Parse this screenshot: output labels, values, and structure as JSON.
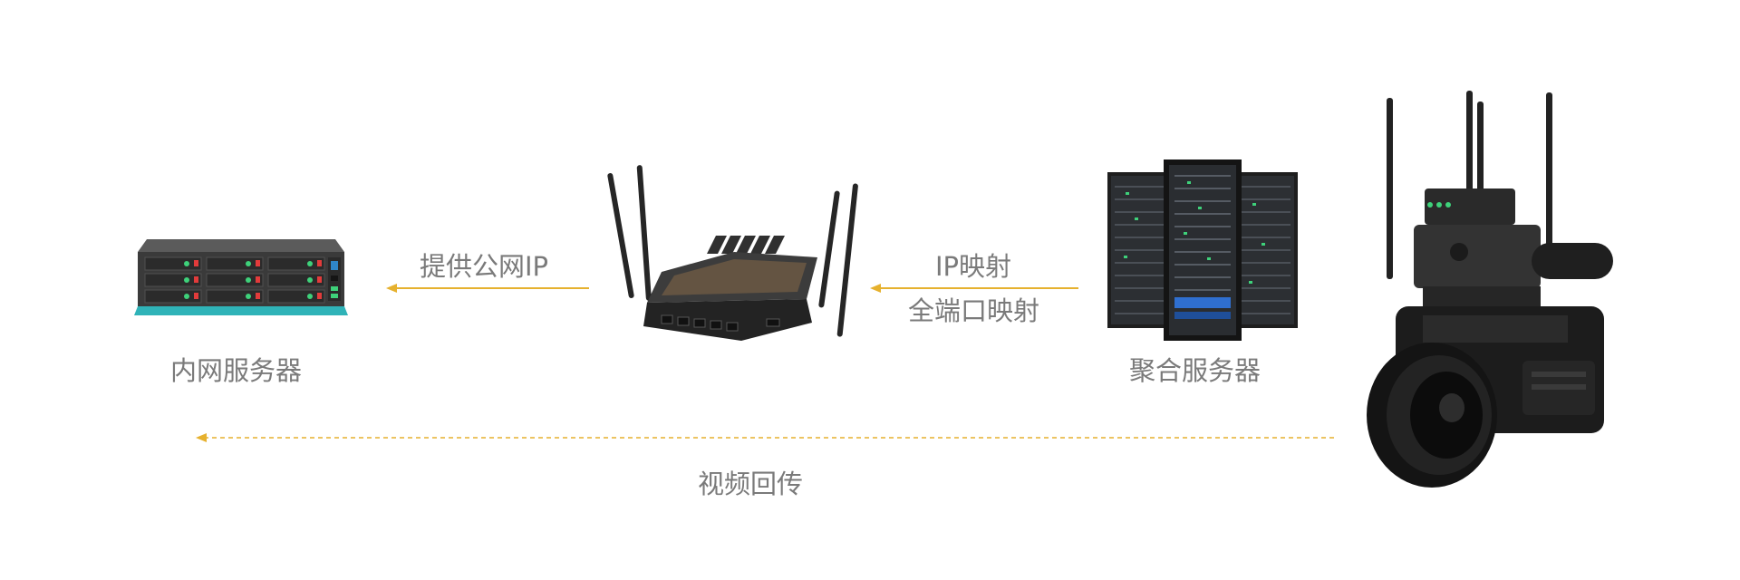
{
  "nodes": {
    "internal_server": {
      "label": "内网服务器",
      "icon": "rack-server-icon"
    },
    "router": {
      "label": "",
      "icon": "4g-router-icon"
    },
    "aggregation_server": {
      "label": "聚合服务器",
      "icon": "server-cabinet-icon"
    },
    "camera": {
      "label": "",
      "icon": "broadcast-camera-icon"
    }
  },
  "edges": {
    "provide_public_ip": {
      "label": "提供公网IP"
    },
    "ip_mapping": {
      "line1": "IP映射",
      "line2": "全端口映射"
    },
    "video_return": {
      "label": "视频回传"
    }
  },
  "colors": {
    "arrow": "#e6b12e",
    "label_text": "#7a7a7a",
    "server_teal": "#2fb3b8",
    "led_red": "#e23b3b",
    "led_green": "#3ed17a"
  }
}
